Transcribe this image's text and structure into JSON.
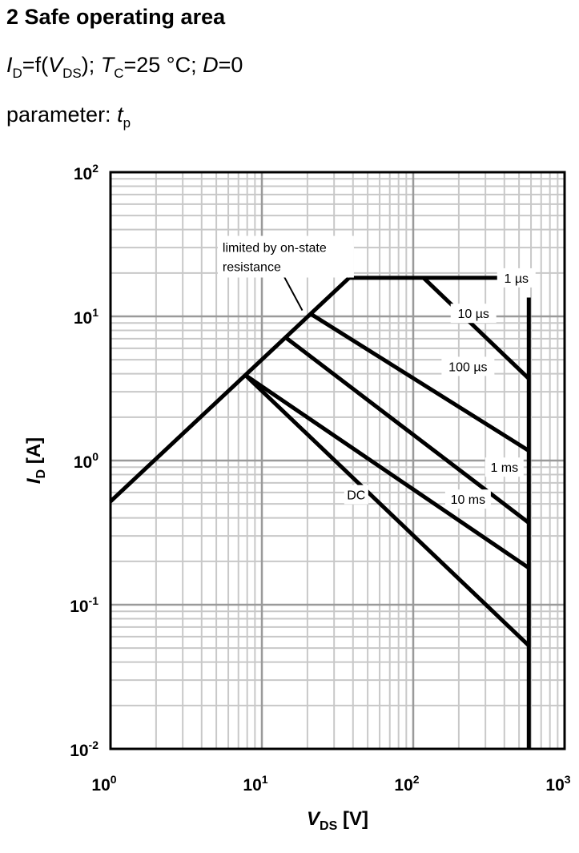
{
  "header": {
    "title": "2 Safe operating area",
    "cond_id": "I",
    "cond_id_sub": "D",
    "cond_f": "=f(",
    "cond_v": "V",
    "cond_v_sub": "DS",
    "cond_close": ");",
    "cond_t": "T",
    "cond_t_sub": "C",
    "cond_temp": "=25 °C;",
    "cond_d": "D",
    "cond_d_val": "=0",
    "param_label": "parameter:",
    "param_t": "t",
    "param_t_sub": "p"
  },
  "chart_data": {
    "type": "line",
    "x_scale": "log",
    "y_scale": "log",
    "xlim": [
      1,
      1000
    ],
    "ylim": [
      0.01,
      100
    ],
    "grid": true,
    "x_ticks": [
      {
        "base": "10",
        "exp": "0",
        "value": 1
      },
      {
        "base": "10",
        "exp": "1",
        "value": 10
      },
      {
        "base": "10",
        "exp": "2",
        "value": 100
      },
      {
        "base": "10",
        "exp": "3",
        "value": 1000
      }
    ],
    "y_ticks": [
      {
        "base": "10",
        "exp": "2",
        "value": 100
      },
      {
        "base": "10",
        "exp": "1",
        "value": 10
      },
      {
        "base": "10",
        "exp": "0",
        "value": 1
      },
      {
        "base": "10",
        "exp": "-1",
        "value": 0.1
      },
      {
        "base": "10",
        "exp": "-2",
        "value": 0.01
      }
    ],
    "xlabel": {
      "symbol": "V",
      "sub": "DS",
      "unit": " [V]"
    },
    "ylabel": {
      "symbol": "I",
      "sub": "D",
      "unit": " [A]"
    },
    "rds_limit": {
      "x": [
        1,
        37.7
      ],
      "y": [
        0.52,
        18.5
      ]
    },
    "series": [
      {
        "name": "1 µs",
        "x": [
          37.7,
          580
        ],
        "y": [
          18.5,
          18.5
        ]
      },
      {
        "name": "10 µs",
        "x": [
          117,
          580
        ],
        "y": [
          18.5,
          3.7
        ]
      },
      {
        "name": "100 µs",
        "x": [
          21,
          580
        ],
        "y": [
          10.4,
          1.17
        ]
      },
      {
        "name": "1 ms",
        "x": [
          14.2,
          580
        ],
        "y": [
          7.2,
          0.37
        ]
      },
      {
        "name": "10 ms",
        "x": [
          7.8,
          580
        ],
        "y": [
          3.9,
          0.18
        ]
      },
      {
        "name": "DC",
        "x": [
          7.8,
          580
        ],
        "y": [
          3.9,
          0.052
        ]
      }
    ],
    "vds_limit": {
      "x": [
        580,
        580
      ],
      "y": [
        13.5,
        0.01
      ]
    },
    "annotations": [
      {
        "name": "limited-by-on-state-resistance",
        "lines": [
          "limited by on-state",
          "resistance"
        ],
        "x": 5.5,
        "y": 28
      },
      {
        "name": "label-1us",
        "text": "1 µs",
        "x": 480,
        "y": 18.5
      },
      {
        "name": "label-10us",
        "text": "10 µs",
        "x": 250,
        "y": 10.5
      },
      {
        "name": "label-100us",
        "text": "100 µs",
        "x": 230,
        "y": 4.5
      },
      {
        "name": "label-1ms",
        "text": "1 ms",
        "x": 400,
        "y": 0.9
      },
      {
        "name": "label-10ms",
        "text": "10 ms",
        "x": 230,
        "y": 0.54
      },
      {
        "name": "label-dc",
        "text": "DC",
        "x": 42,
        "y": 0.58
      }
    ],
    "leader_line": {
      "x": [
        10.7,
        18.5
      ],
      "y": [
        32,
        11
      ]
    }
  }
}
